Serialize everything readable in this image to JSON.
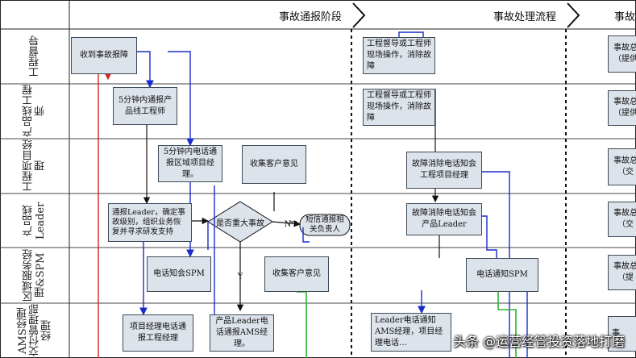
{
  "phases": {
    "p1": "事故通报阶段",
    "p2": "事故处理流程",
    "p3": "事故"
  },
  "lanes": [
    "工程督导",
    "产品线工程师",
    "工程项目经理",
    "产品线Leader",
    "区域服务经理&SPM",
    "AMS经理交付管理部经理"
  ],
  "boxes": {
    "receive_report": "收到事故报障",
    "notify_pl_engineer": "5分钟内通报产品线工程师",
    "phone_notify_pm": "5分钟内电话通报区域项目经理。",
    "collect_feedback_1": "收集客户意见",
    "notify_leader": "通报Leader，确定事故级别，组织业务恢复并寻求研发支持",
    "phone_spm": "电话知会SPM",
    "collect_feedback_2": "收集客户意见",
    "pm_notify_engineer": "项目经理电话通报工程经理",
    "leader_notify_ams": "产品Leader电话通报AMS经理。",
    "onsite_1": "工程督导或工程师现场操作，消除故障",
    "onsite_2": "工程督导或工程师现场操作，消除故障",
    "fault_clear_pm": "故障消除电话知会工程项目经理",
    "fault_clear_leader": "故障消除电话知会产品Leader",
    "phone_notify_spm": "电话通知SPM",
    "leader_notify_ams_2": "Leader电话通知AMS经理，项目经理电话…",
    "col3_1": "事故总（提供",
    "col3_2": "事故总（提供",
    "col3_3": "事故总（交",
    "col3_4": "事故总（交",
    "col3_5": "事故总（提",
    "col3_6": "事"
  },
  "decision": {
    "question": "是否重大事故",
    "no_label": "N",
    "yes_label": "Y"
  },
  "terminal": "短信通报相关负责人",
  "watermark": "头条 @运营经管投资落地打磨"
}
